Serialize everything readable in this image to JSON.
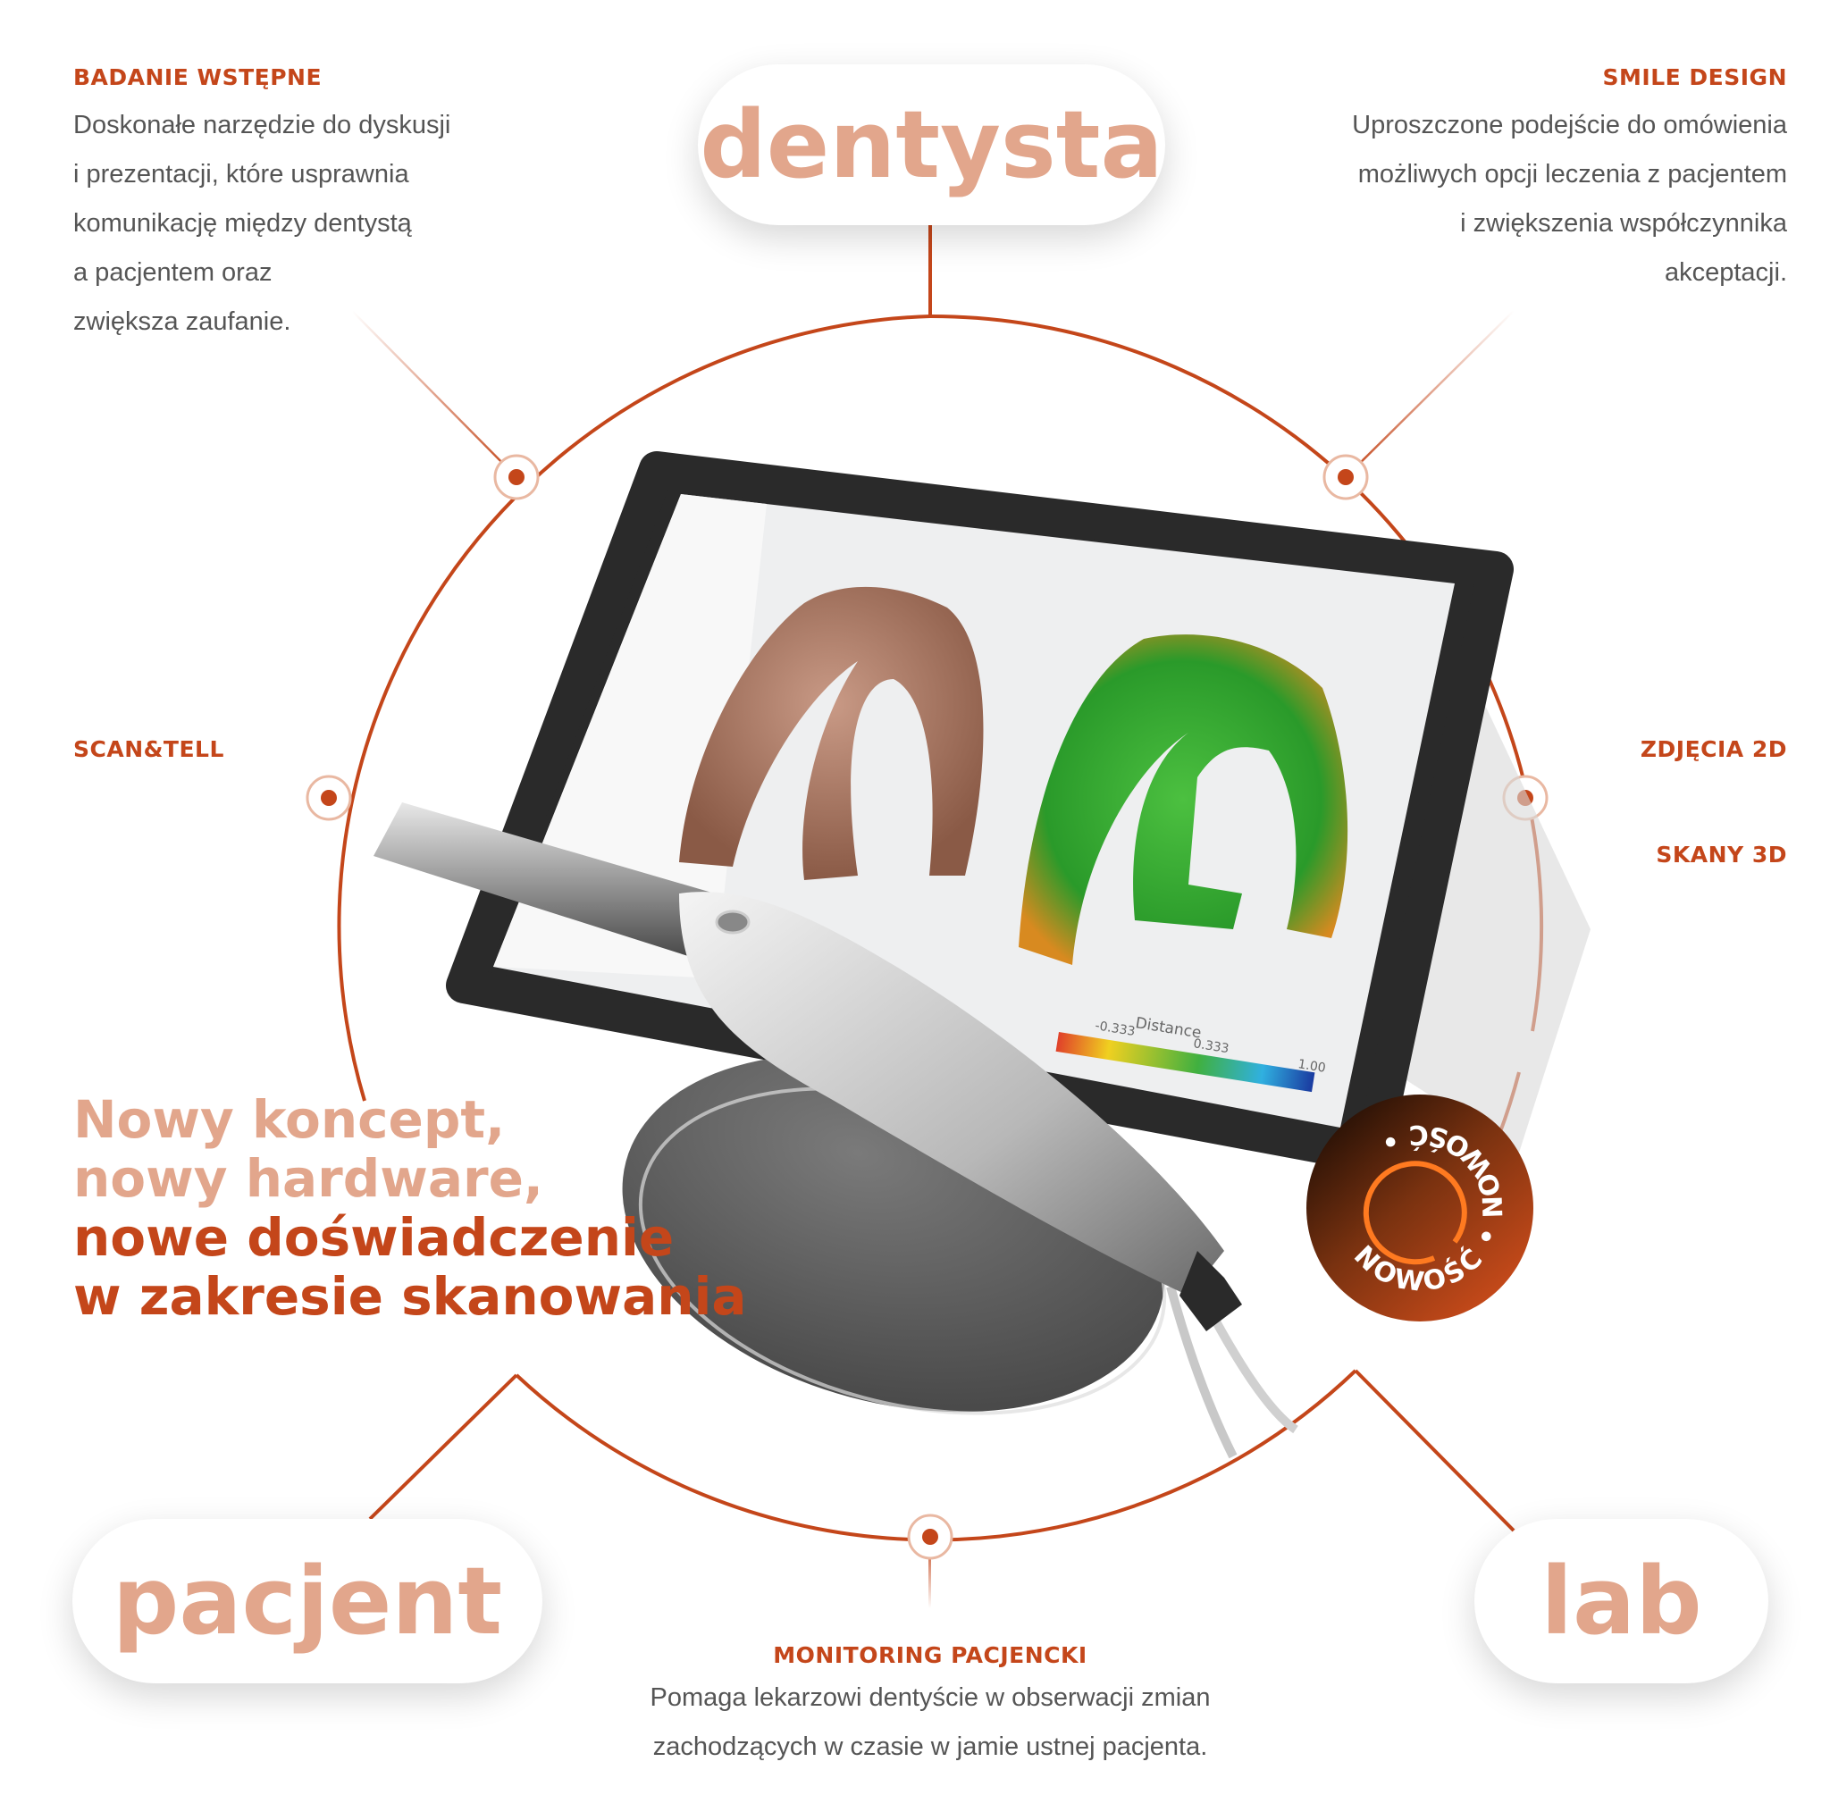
{
  "hub_labels": {
    "dentist": "dentysta",
    "patient": "pacjent",
    "lab": "lab"
  },
  "features": {
    "badanie": {
      "title": "BADANIE WSTĘPNE",
      "lines": [
        "Doskonałe narzędzie do dyskusji",
        "i prezentacji, które usprawnia",
        "komunikację między dentystą",
        "a pacjentem oraz",
        "zwiększa zaufanie."
      ]
    },
    "smile": {
      "title": "SMILE DESIGN",
      "lines": [
        "Uproszczone podejście do omówienia",
        "możliwych opcji leczenia z pacjentem",
        "i zwiększenia współczynnika",
        "akceptacji."
      ]
    },
    "scan_tell": {
      "title": "SCAN&TELL"
    },
    "zdjecia": {
      "title": "ZDJĘCIA 2D"
    },
    "skany": {
      "title": "SKANY 3D"
    },
    "monitoring": {
      "title": "MONITORING PACJENCKI",
      "lines": [
        "Pomaga lekarzowi dentyście w obserwacji zmian",
        "zachodzących w czasie w jamie ustnej pacjenta."
      ]
    }
  },
  "headline": {
    "line1": "Nowy koncept,",
    "line2": "nowy hardware,",
    "line3": "nowe doświadczenie",
    "line4": "w zakresie skanowania"
  },
  "badge": {
    "text": "NOWOŚĆ • NOWOŚĆ •"
  },
  "screen": {
    "colorbar_title": "Distance",
    "ticks": [
      "-0.333",
      "0.333",
      "1.00"
    ]
  },
  "colors": {
    "accent": "#c4461a",
    "accent_light": "#e2a68c",
    "text": "#555555"
  }
}
